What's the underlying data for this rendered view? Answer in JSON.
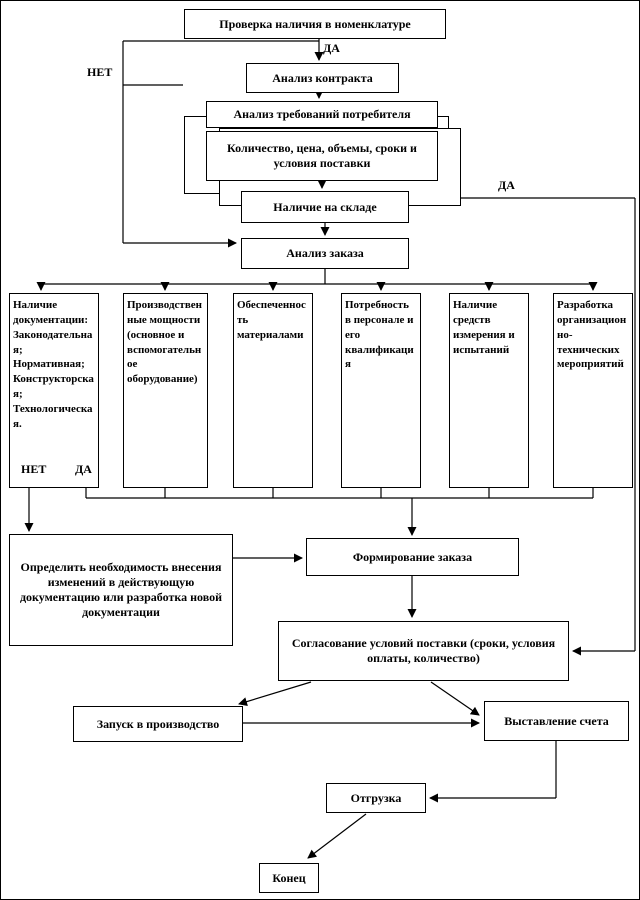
{
  "colors": {
    "line": "#000000",
    "box_background": "#ffffff"
  },
  "labels": {
    "da_top": "ДА",
    "net_left": "НЕТ",
    "da_right": "ДА",
    "net_doc": "НЕТ",
    "da_doc": "ДА"
  },
  "nodes": {
    "check_nomenclature": "Проверка наличия в номенклатуре",
    "contract_analysis": "Анализ контракта",
    "consumer_requirements": "Анализ требований потребителя",
    "quantity_price": "Количество, цена, объемы, сроки и условия поставки",
    "stock_availability": "Наличие на складе",
    "order_analysis": "Анализ заказа",
    "documentation": "Наличие документации: Законодательная; Нормативная; Конструкторская; Технологическая.",
    "production_capacity": "Производственные мощности (основное и вспомогательное оборудование)",
    "materials": "Обеспеченность материалами",
    "personnel": "Потребность в персонале и его квалификация",
    "measurement": "Наличие средств измерения и испытаний",
    "org_measures": "Разработка организационно-технических мероприятий",
    "determine_changes": "Определить необходимость внесения изменений в действующую документацию или разработка новой документации",
    "order_formation": "Формирование заказа",
    "delivery_terms": "Согласование условий поставки (сроки, условия оплаты, количество)",
    "production_launch": "Запуск в производство",
    "invoicing": "Выставление счета",
    "shipment": "Отгрузка",
    "end": "Конец"
  }
}
